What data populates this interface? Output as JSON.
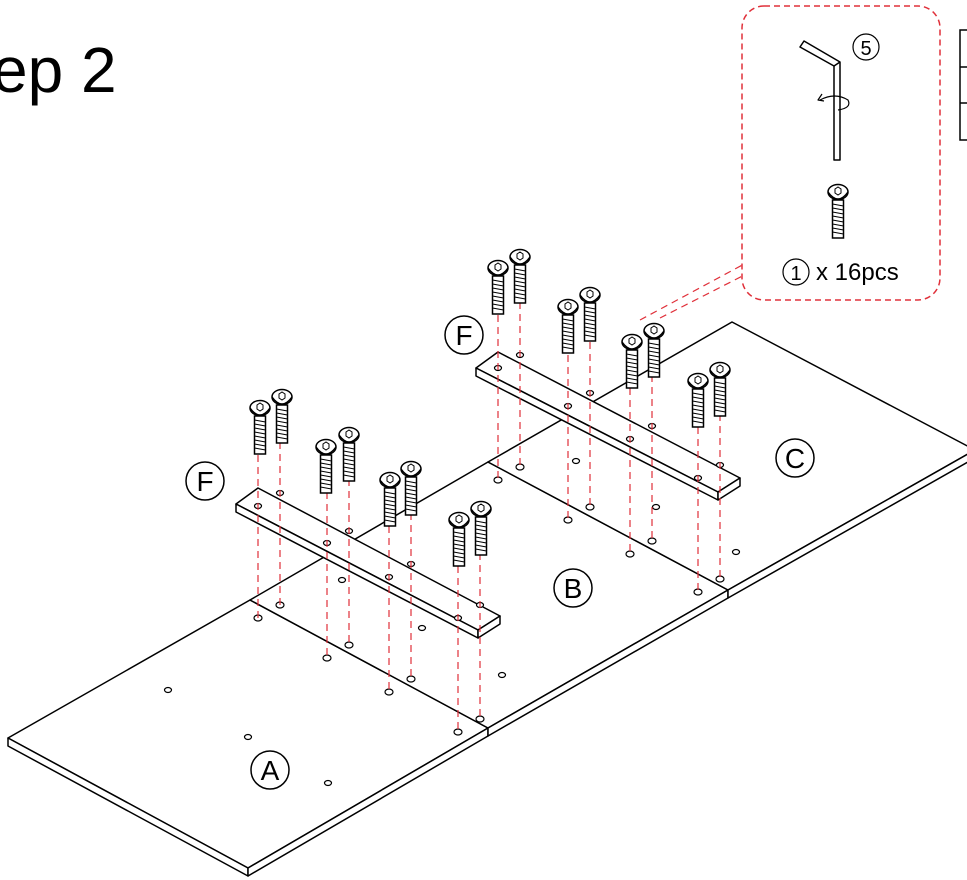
{
  "step_title": "ep 2",
  "panel_labels": {
    "a": "A",
    "b": "B",
    "c": "C"
  },
  "rail_labels": {
    "f1": "F",
    "f2": "F"
  },
  "callout": {
    "tool_number": "5",
    "screw_number": "1",
    "quantity_text": "x 16pcs",
    "border_color": "#e0303a"
  },
  "guide_line_color": "#e0303a",
  "line_color": "#000000"
}
